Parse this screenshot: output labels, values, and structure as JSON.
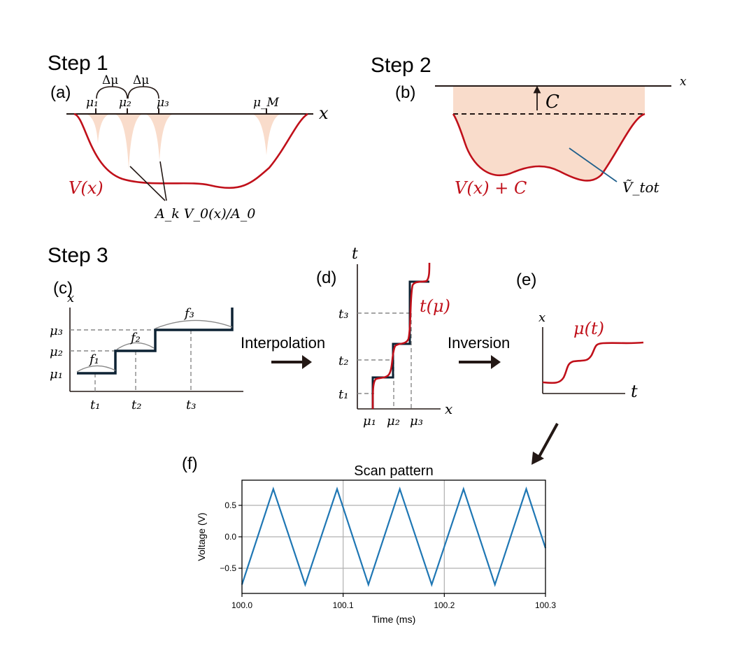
{
  "steps": {
    "s1": "Step 1",
    "s2": "Step 2",
    "s3": "Step 3"
  },
  "panels": {
    "a": "(a)",
    "b": "(b)",
    "c": "(c)",
    "d": "(d)",
    "e": "(e)",
    "f": "(f)"
  },
  "panel_a": {
    "delta_mu": "Δμ",
    "mu1": "μ₁",
    "mu2": "μ₂",
    "mu3": "μ₃",
    "muM": "μ_M",
    "x_label": "x",
    "potential": "V(x)",
    "weight": "A_k V_0(x)/A_0"
  },
  "panel_b": {
    "x_label": "x",
    "shift": "C",
    "potential": "V(x) + C",
    "total": "Ṽ_tot"
  },
  "panel_c": {
    "x_label": "x",
    "mu1": "μ₁",
    "mu2": "μ₂",
    "mu3": "μ₃",
    "f1": "f₁",
    "f2": "f₂",
    "f3": "f₃",
    "t1": "t₁",
    "t2": "t₂",
    "t3": "t₃"
  },
  "arrows": {
    "interp": "Interpolation",
    "inv": "Inversion"
  },
  "panel_d": {
    "t_label": "t",
    "x_label": "x",
    "curve": "t(μ)",
    "t1": "t₁",
    "t2": "t₂",
    "t3": "t₃",
    "mu1": "μ₁",
    "mu2": "μ₂",
    "mu3": "μ₃"
  },
  "panel_e": {
    "x_label": "x",
    "t_label": "t",
    "curve": "μ(t)"
  },
  "colors": {
    "red": "#c0101a",
    "fill": "#f9dccb",
    "navy": "#0d2233",
    "blue": "#1f77b4",
    "grid": "#b0b0b0"
  },
  "chart_data": {
    "type": "line",
    "title": "Scan pattern",
    "xlabel": "Time (ms)",
    "ylabel": "Voltage (V)",
    "xlim": [
      100.0,
      100.3
    ],
    "ylim": [
      -0.9,
      0.9
    ],
    "xticks": [
      "100.0",
      "100.1",
      "100.2",
      "100.3"
    ],
    "yticks": [
      "0.5",
      "0.0",
      "−0.5"
    ],
    "grid": true,
    "series": [
      {
        "name": "",
        "x": [
          100.0,
          100.031,
          100.0625,
          100.094,
          100.125,
          100.156,
          100.1875,
          100.219,
          100.25,
          100.281,
          100.3
        ],
        "y": [
          -0.76,
          0.76,
          -0.76,
          0.76,
          -0.76,
          0.76,
          -0.76,
          0.76,
          -0.76,
          0.76,
          -0.18
        ]
      }
    ]
  }
}
